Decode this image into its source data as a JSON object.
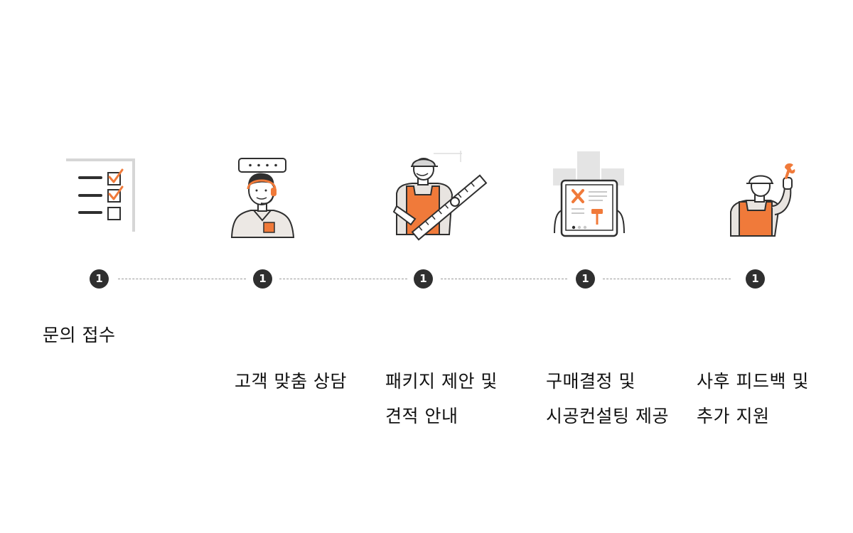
{
  "steps": [
    {
      "number": "1",
      "lines": [
        "문의 접수"
      ],
      "icon": "checklist-icon"
    },
    {
      "number": "1",
      "lines": [
        "고객 맞춤 상담"
      ],
      "icon": "headset-agent-icon"
    },
    {
      "number": "1",
      "lines": [
        "패키지 제안 및",
        "견적 안내"
      ],
      "icon": "worker-ruler-icon"
    },
    {
      "number": "1",
      "lines": [
        "구매결정 및",
        "시공컨설팅 제공"
      ],
      "icon": "tablet-tools-icon"
    },
    {
      "number": "1",
      "lines": [
        "사후 피드백 및",
        "추가 지원"
      ],
      "icon": "worker-wrench-icon"
    }
  ],
  "colors": {
    "accent": "#f07a3a",
    "dark": "#2f2f2f",
    "line": "#9a9a9a"
  }
}
